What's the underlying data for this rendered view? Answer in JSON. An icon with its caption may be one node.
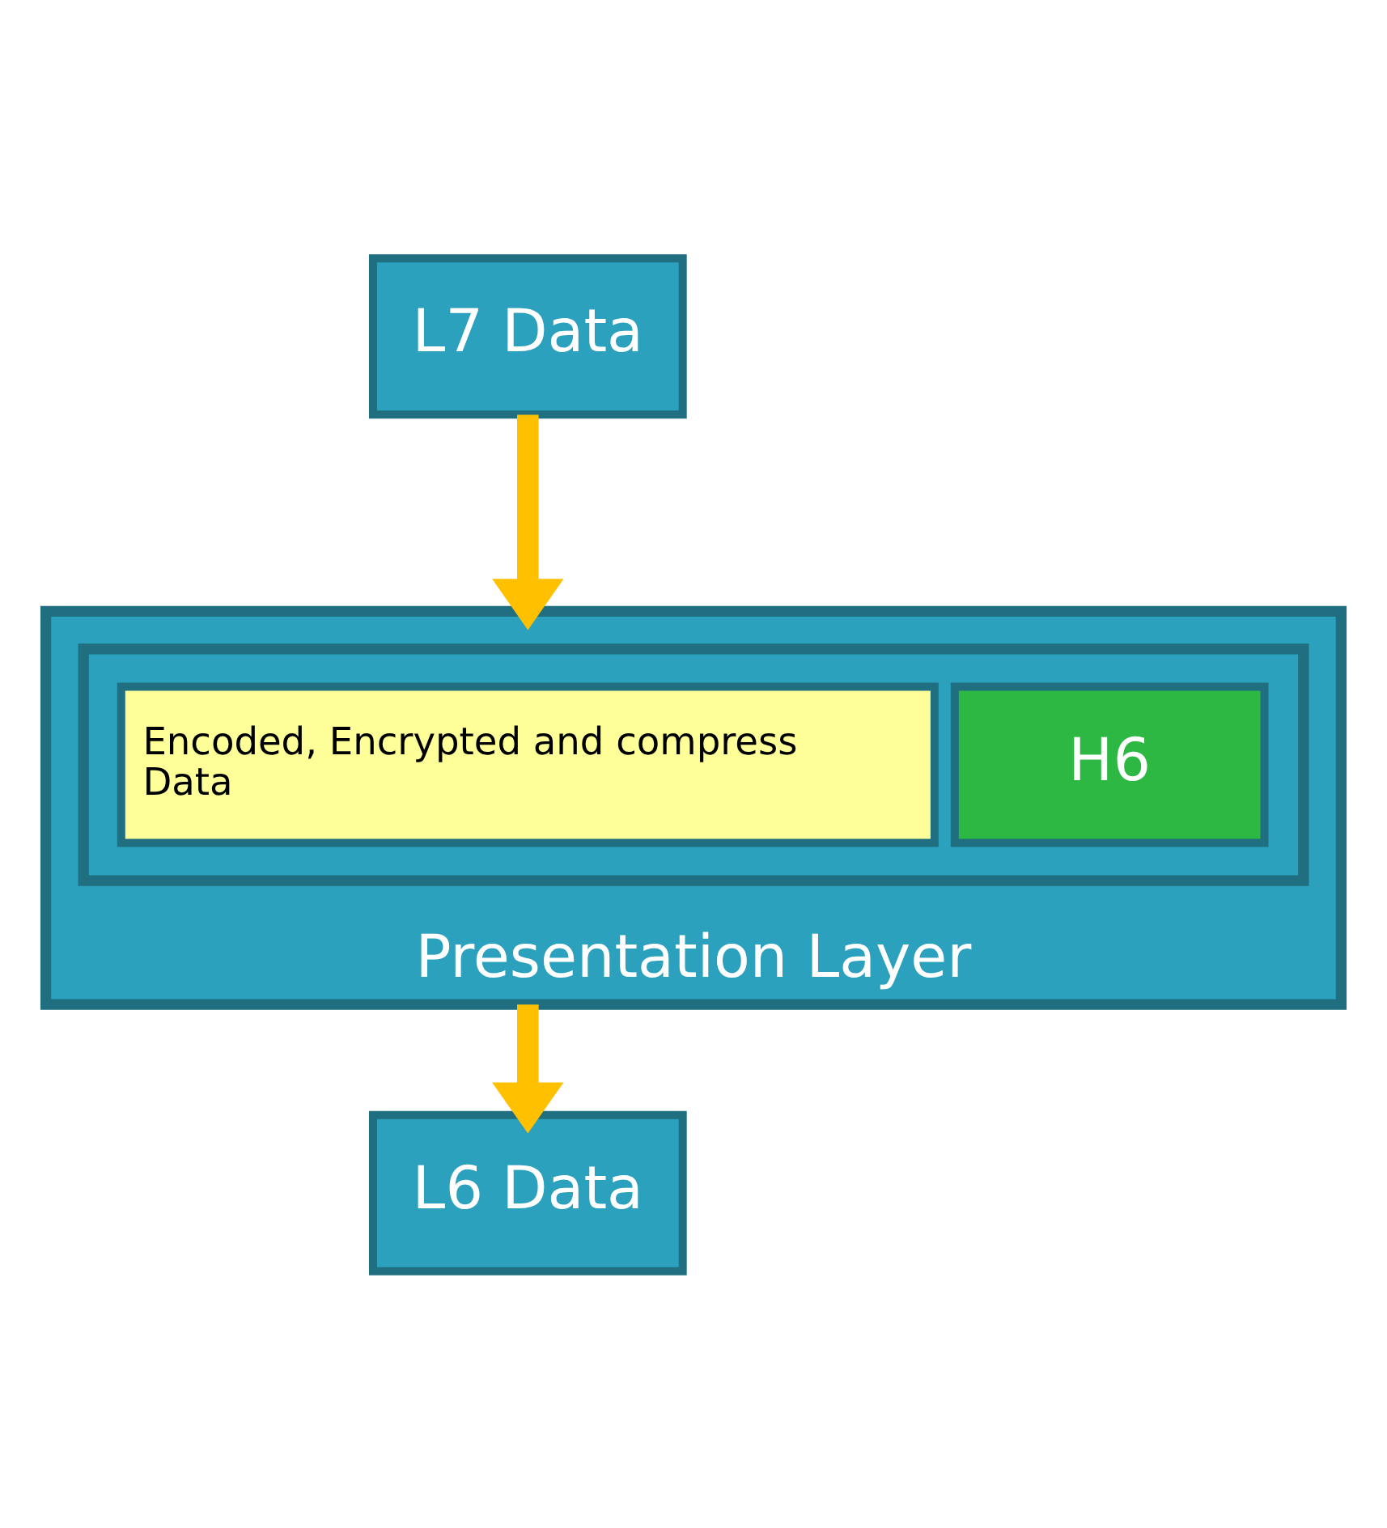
{
  "diagram": {
    "nodes": [
      {
        "text": [
          "L7 Data"
        ]
      },
      {
        "text": [
          "Presentation Layer"
        ]
      },
      {
        "text": [],
        "shape": "bar",
        "in": 1
      },
      {
        "text": [
          "Encoded, Encrypted and compress Data"
        ],
        "in": 2
      },
      {
        "text": [
          "H6"
        ],
        "in": 2
      },
      {
        "text": [
          "L6 Data"
        ]
      }
    ],
    "edges": [
      {
        "from": 0,
        "to": 1,
        "arrow": "to"
      },
      {
        "from": 1,
        "to": 5,
        "arrow": "to"
      }
    ]
  }
}
